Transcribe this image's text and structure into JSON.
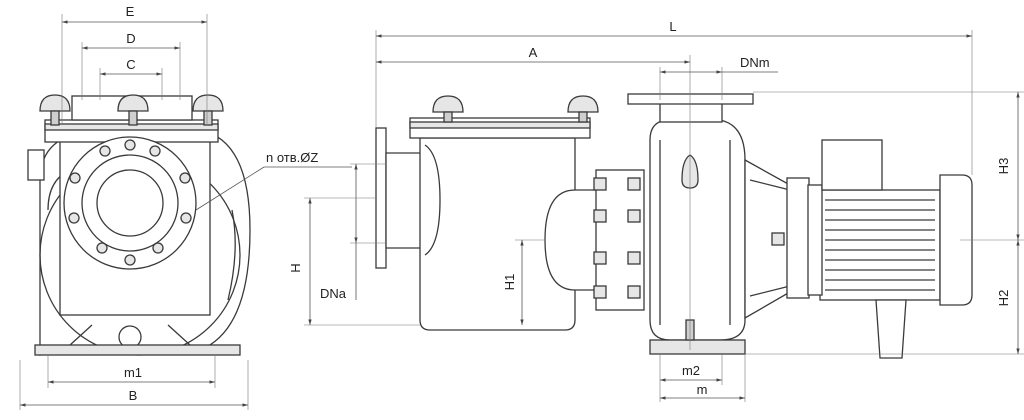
{
  "labels": {
    "E": "E",
    "D": "D",
    "C": "C",
    "L": "L",
    "A": "A",
    "DNm": "DNm",
    "DNa": "DNa",
    "H": "H",
    "H1": "H1",
    "H2": "H2",
    "H3": "H3",
    "m1": "m1",
    "B": "B",
    "m2": "m2",
    "m": "m",
    "holes": "n отв.ØZ"
  }
}
